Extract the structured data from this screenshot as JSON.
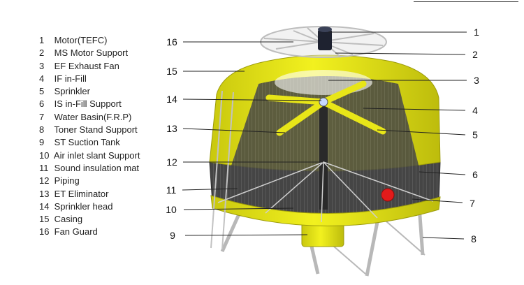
{
  "legend": [
    {
      "num": "1",
      "label": "Motor(TEFC)"
    },
    {
      "num": "2",
      "label": "MS Motor Support"
    },
    {
      "num": "3",
      "label": "EF Exhaust Fan"
    },
    {
      "num": "4",
      "label": "IF in-Fill"
    },
    {
      "num": "5",
      "label": "Sprinkler"
    },
    {
      "num": "6",
      "label": "IS in-Fill Support"
    },
    {
      "num": "7",
      "label": "Water Basin(F.R.P)"
    },
    {
      "num": "8",
      "label": "Toner Stand Support"
    },
    {
      "num": "9",
      "label": "ST Suction Tank"
    },
    {
      "num": "10",
      "label": "Air inlet slant Support"
    },
    {
      "num": "11",
      "label": "Sound insulation mat"
    },
    {
      "num": "12",
      "label": "Piping"
    },
    {
      "num": "13",
      "label": "ET Eliminator"
    },
    {
      "num": "14",
      "label": "Sprinkler head"
    },
    {
      "num": "15",
      "label": "Casing"
    },
    {
      "num": "16",
      "label": "Fan Guard"
    }
  ],
  "callouts": {
    "c1": "1",
    "c2": "2",
    "c3": "3",
    "c4": "4",
    "c5": "5",
    "c6": "6",
    "c7": "7",
    "c8": "8",
    "c9": "9",
    "c10": "10",
    "c11": "11",
    "c12": "12",
    "c13": "13",
    "c14": "14",
    "c15": "15",
    "c16": "16"
  },
  "colors": {
    "casing": "#e8e618",
    "casing_shadow": "#b9b80c",
    "fill_media": "#3a3a3a",
    "frame": "#c8c8c8",
    "basin_indicator": "#e21b1b"
  }
}
